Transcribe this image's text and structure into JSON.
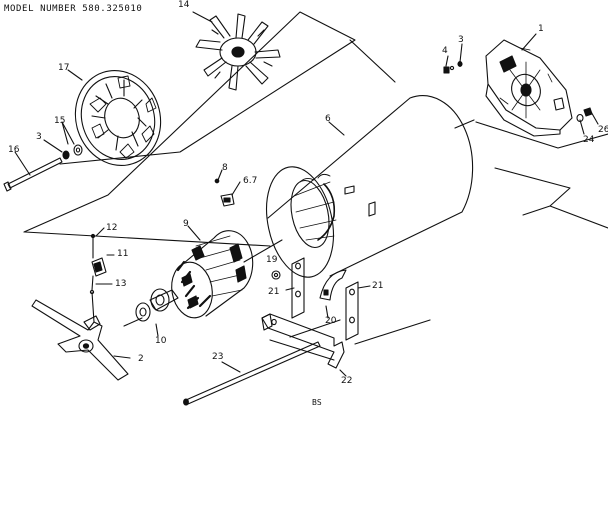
{
  "header": {
    "model_number": "MODEL NUMBER 580.325010"
  },
  "figure_code": "BS",
  "callouts": {
    "c1": "1",
    "c2": "2",
    "c3a": "3",
    "c3b": "3",
    "c4": "4",
    "c6": "6",
    "c67": "6.7",
    "c8": "8",
    "c9": "9",
    "c10": "10",
    "c11": "11",
    "c12": "12",
    "c13": "13",
    "c14": "14",
    "c15": "15",
    "c16": "16",
    "c17": "17",
    "c19": "19",
    "c20": "20",
    "c21a": "21",
    "c21b": "21",
    "c22": "22",
    "c23": "23",
    "c24": "24",
    "c26": "26"
  },
  "colors": {
    "ink": "#111111",
    "paper": "#ffffff"
  }
}
